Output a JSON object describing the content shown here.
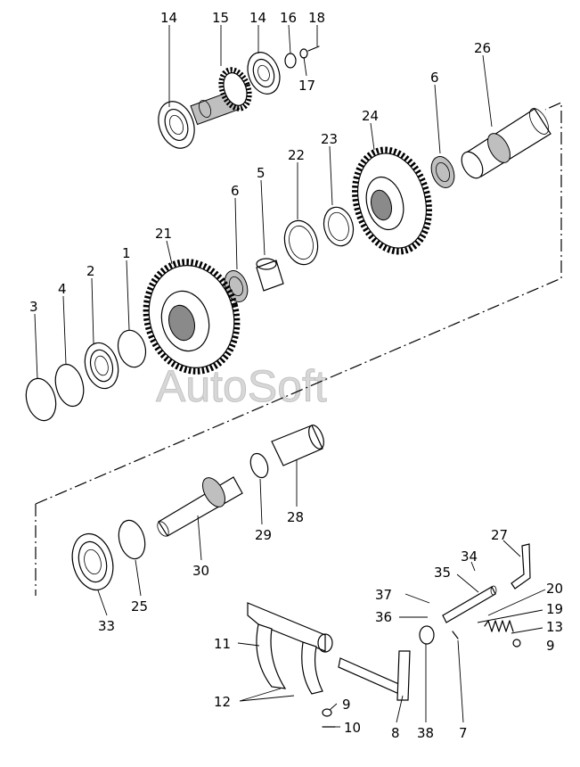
{
  "watermark": "AutoSoft",
  "callouts": [
    {
      "id": "c14a",
      "text": "14"
    },
    {
      "id": "c15",
      "text": "15"
    },
    {
      "id": "c14b",
      "text": "14"
    },
    {
      "id": "c16",
      "text": "16"
    },
    {
      "id": "c18",
      "text": "18"
    },
    {
      "id": "c17",
      "text": "17"
    },
    {
      "id": "c26",
      "text": "26"
    },
    {
      "id": "c6a",
      "text": "6"
    },
    {
      "id": "c24",
      "text": "24"
    },
    {
      "id": "c23",
      "text": "23"
    },
    {
      "id": "c22",
      "text": "22"
    },
    {
      "id": "c5",
      "text": "5"
    },
    {
      "id": "c6b",
      "text": "6"
    },
    {
      "id": "c21",
      "text": "21"
    },
    {
      "id": "c1",
      "text": "1"
    },
    {
      "id": "c2",
      "text": "2"
    },
    {
      "id": "c4",
      "text": "4"
    },
    {
      "id": "c3",
      "text": "3"
    },
    {
      "id": "c29",
      "text": "29"
    },
    {
      "id": "c28",
      "text": "28"
    },
    {
      "id": "c30",
      "text": "30"
    },
    {
      "id": "c25",
      "text": "25"
    },
    {
      "id": "c33",
      "text": "33"
    },
    {
      "id": "c27",
      "text": "27"
    },
    {
      "id": "c34",
      "text": "34"
    },
    {
      "id": "c35",
      "text": "35"
    },
    {
      "id": "c20",
      "text": "20"
    },
    {
      "id": "c37",
      "text": "37"
    },
    {
      "id": "c19",
      "text": "19"
    },
    {
      "id": "c36",
      "text": "36"
    },
    {
      "id": "c13",
      "text": "13"
    },
    {
      "id": "c9a",
      "text": "9"
    },
    {
      "id": "c11",
      "text": "11"
    },
    {
      "id": "c12",
      "text": "12"
    },
    {
      "id": "c9b",
      "text": "9"
    },
    {
      "id": "c10",
      "text": "10"
    },
    {
      "id": "c8",
      "text": "8"
    },
    {
      "id": "c38",
      "text": "38"
    },
    {
      "id": "c7",
      "text": "7"
    }
  ]
}
